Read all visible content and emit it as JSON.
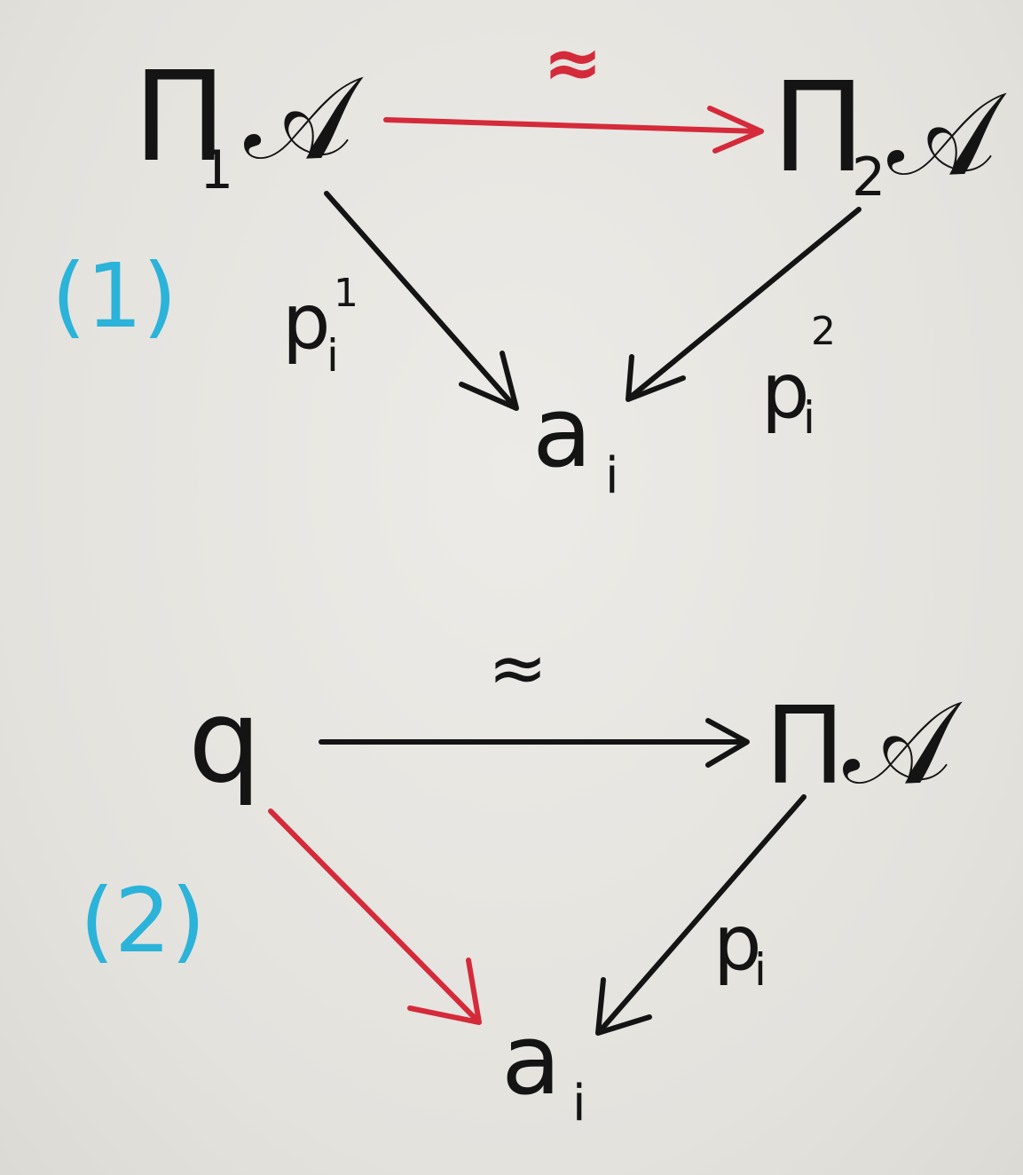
{
  "colors": {
    "ink": "#141414",
    "accent_red": "#d42a3a",
    "accent_blue": "#2bb3d9",
    "paper": "#e6e4df"
  },
  "diagram1": {
    "number": "(1)",
    "source": {
      "base": "Π",
      "sub": "1",
      "tail": "𝒜"
    },
    "target": {
      "base": "Π",
      "sub": "2",
      "tail": "𝒜"
    },
    "equiv": "≈",
    "apex": {
      "base": "a",
      "sub": "i"
    },
    "left_map": {
      "base": "p",
      "sub": "i",
      "sup": "1"
    },
    "right_map": {
      "base": "p",
      "sub": "i",
      "sup": "2"
    }
  },
  "diagram2": {
    "number": "(2)",
    "source": {
      "base": "q"
    },
    "target": {
      "base": "Π",
      "tail": "𝒜"
    },
    "equiv": "≈",
    "apex": {
      "base": "a",
      "sub": "i"
    },
    "right_map": {
      "base": "p",
      "sub": "i"
    }
  }
}
